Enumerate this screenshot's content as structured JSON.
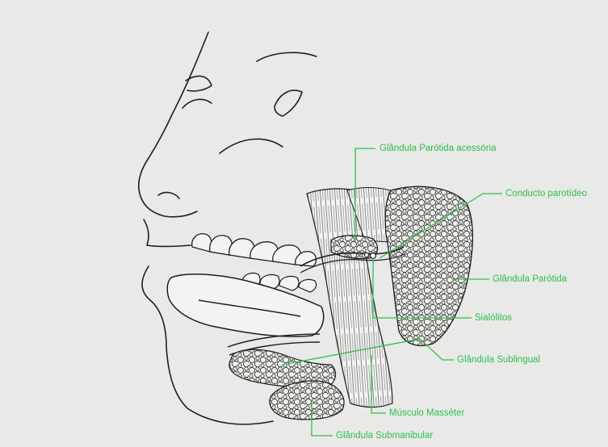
{
  "accent_color": "#2fc04a",
  "ink_color": "#1e1e1e",
  "labels": {
    "parotida_acessoria": "Glândula Parótida acessória",
    "conducto": "Conducto parotídeo",
    "parotida": "Glândula Parótida",
    "sialolitos": "Sialólitos",
    "sublingual": "Glândula Sublingual",
    "masseter": "Músculo Masséter",
    "submandibular": "Glândula Submanibular"
  }
}
